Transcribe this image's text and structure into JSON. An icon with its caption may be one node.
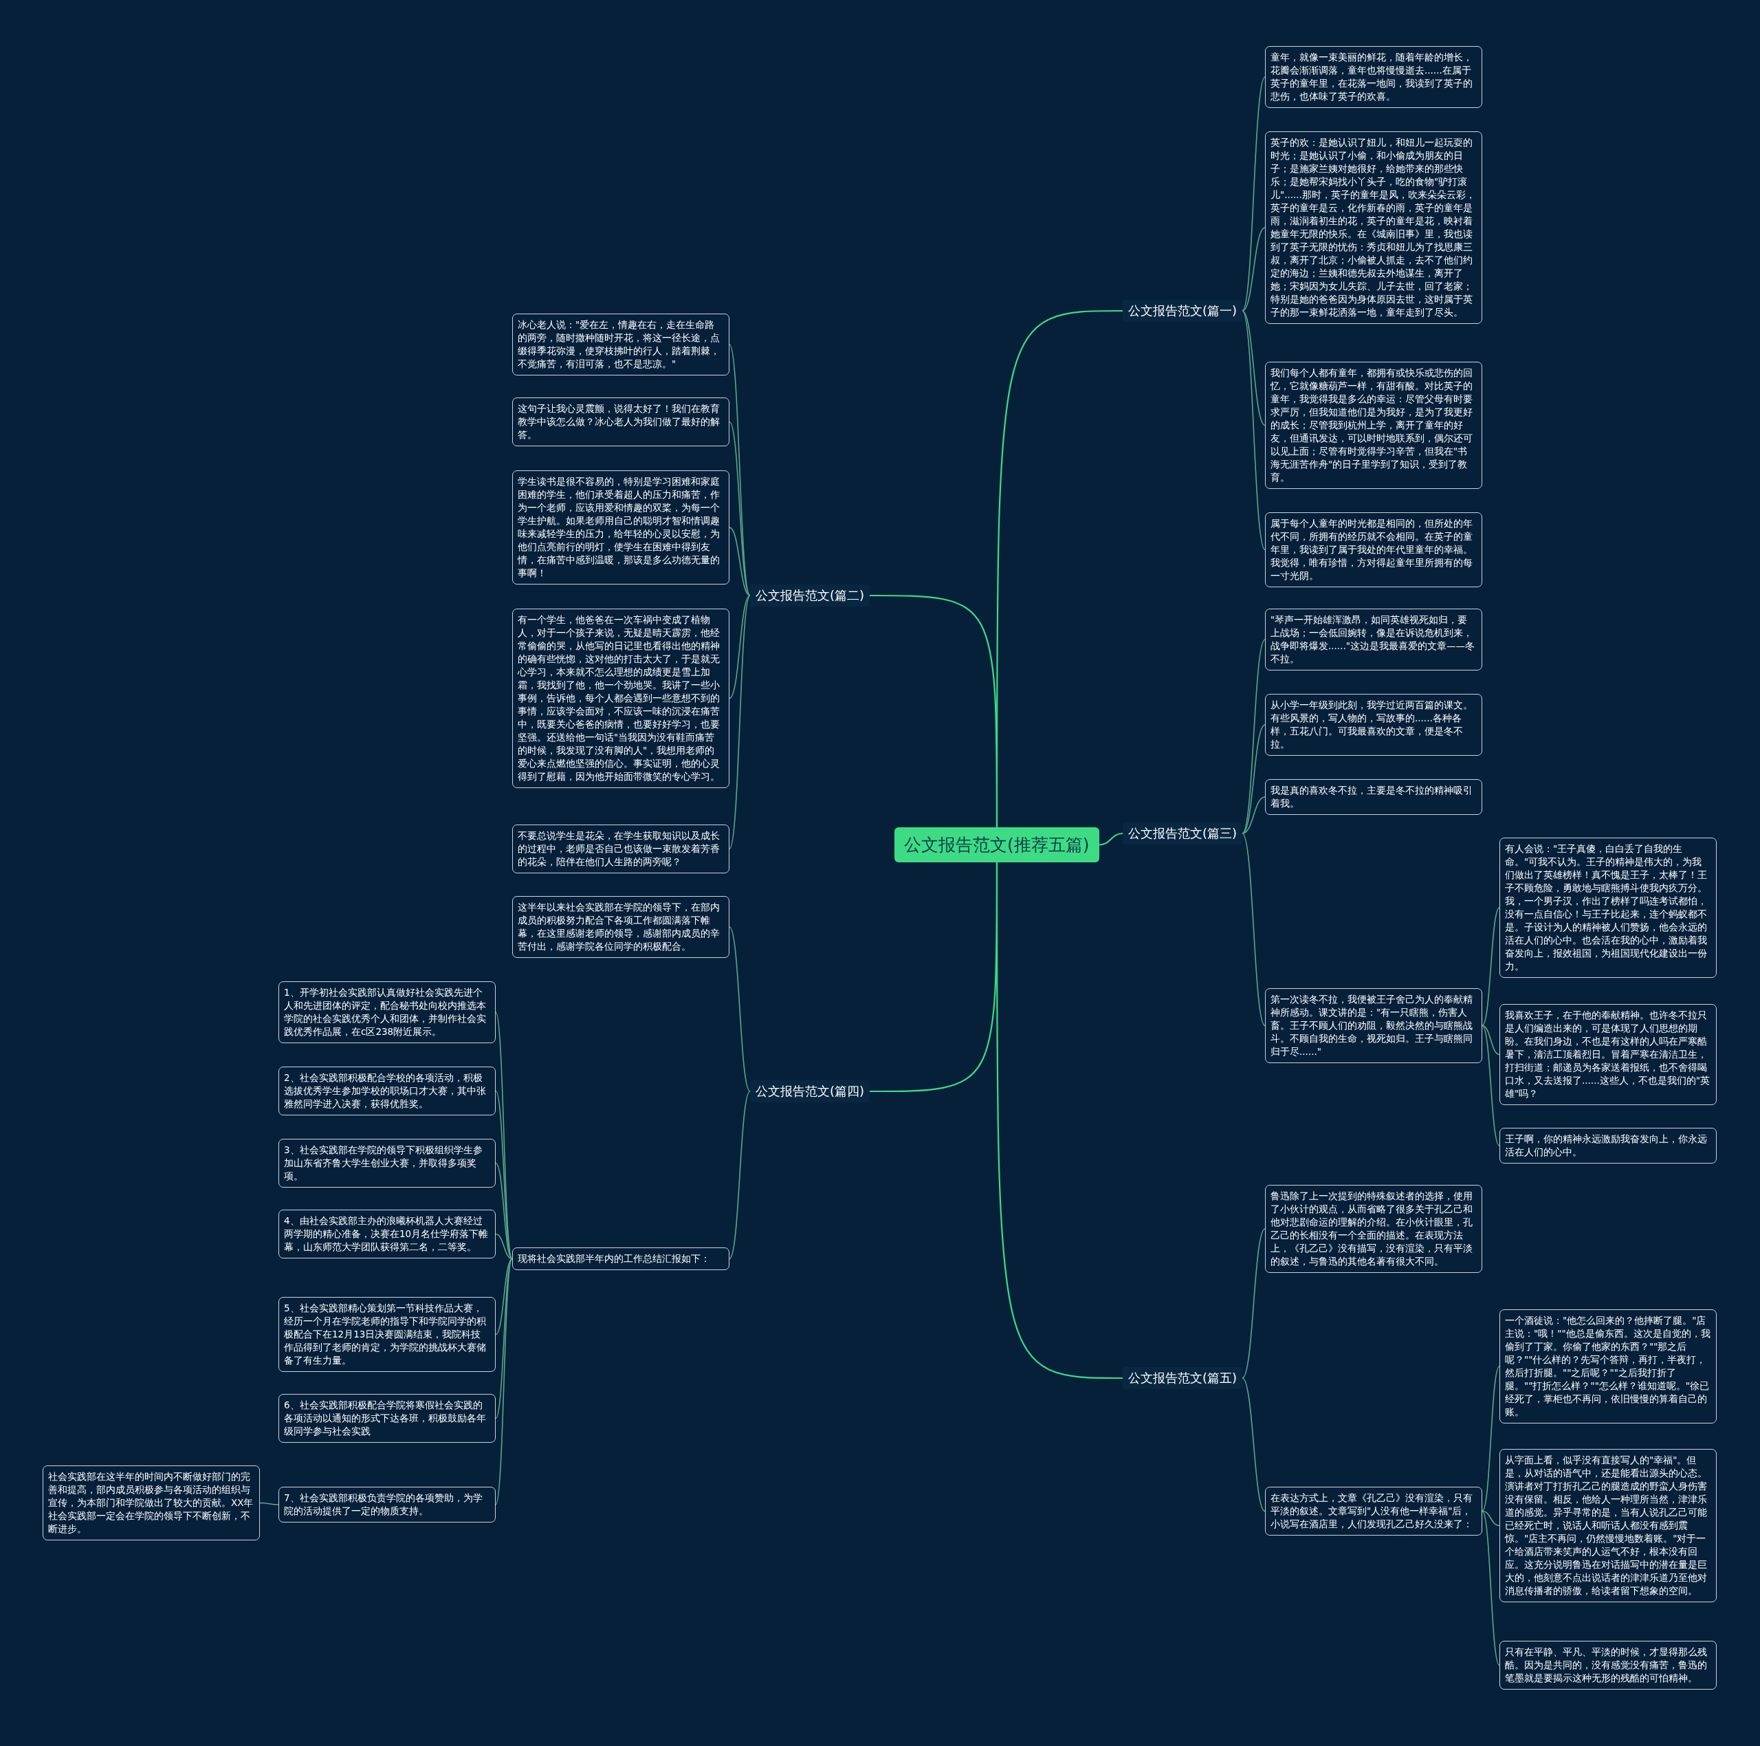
{
  "diagram": {
    "nodes": [
      {
        "text": [
          "公文报告范文(推荐五篇)"
        ]
      },
      {
        "text": [
          "公文报告范文(篇一)"
        ]
      },
      {
        "text": [
          "童年，就像一束美丽的鲜花，随着年龄的增长，花瓣会渐渐调落，童年也将慢慢逝去......在属于英子的童年里，在花落一地间，我读到了英子的悲伤，也体味了英子的欢喜。"
        ]
      },
      {
        "text": [
          "英子的欢：是她认识了妞儿，和妞儿一起玩耍的时光；是她认识了小偷，和小偷成为朋友的日子；是施家兰姨对她很好，给她带来的那些快乐；是她帮宋妈找小丫头子，吃的食物\"驴打滚儿\"......那时，英子的童年是风，吹来朵朵云彩，英子的童年是云，化作新春的雨，英子的童年是雨，滋润着初生的花，英子的童年是花，映衬着她童年无限的快乐。在《城南旧事》里，我也读到了英子无限的忧伤：秀贞和妞儿为了找思康三叔，离开了北京；小偷被人抓走，去不了他们约定的海边；兰姨和德先叔去外地谋生，离开了她；宋妈因为女儿失踪、儿子去世，回了老家；特别是她的爸爸因为身体原因去世，这时属于英子的那一束鲜花洒落一地，童年走到了尽头。"
        ]
      },
      {
        "text": [
          "我们每个人都有童年，都拥有或快乐或悲伤的回忆，它就像糖葫芦一样，有甜有酸。对比英子的童年，我觉得我是多么的幸运：尽管父母有时要求严厉，但我知道他们是为我好，是为了我更好的成长；尽管我到杭州上学，离开了童年的好友，但通讯发达，可以时时地联系到，偶尔还可以见上面；尽管有时觉得学习辛苦，但我在\"书海无涯苦作舟\"的日子里学到了知识，受到了教育。"
        ]
      },
      {
        "text": [
          "属于每个人童年的时光都是相同的，但所处的年代不同，所拥有的经历就不会相同。在英子的童年里，我读到了属于我处的年代里童年的幸福。我觉得，唯有珍惜，方对得起童年里所拥有的每一寸光阴。"
        ]
      },
      {
        "text": [
          "公文报告范文(篇二)"
        ]
      },
      {
        "text": [
          "冰心老人说：\"爱在左，情趣在右，走在生命路的两旁，随时撒种随时开花，将这一径长途，点缀得季花弥漫，使穿枝拂叶的行人，踏着荆棘，不觉痛苦，有泪可落，也不是悲凉。\""
        ]
      },
      {
        "text": [
          "这句子让我心灵震颤，说得太好了！我们在教育教学中该怎么做？冰心老人为我们做了最好的解答。"
        ]
      },
      {
        "text": [
          "学生读书是很不容易的，特别是学习困难和家庭困难的学生，他们承受着超人的压力和痛苦，作为一个老师，应该用爱和情趣的双桨，为每一个学生护航。如果老师用自己的聪明才智和情调趣味来减轻学生的压力，给年轻的心灵以安慰，为他们点亮前行的明灯，使学生在困难中得到友情，在痛苦中感到温暖，那该是多么功德无量的事啊！"
        ]
      },
      {
        "text": [
          "有一个学生，他爸爸在一次车祸中变成了植物人，对于一个孩子来说，无疑是晴天霹雳，他经常偷偷的哭，从他写的日记里也看得出他的精神的确有些恍惚，这对他的打击太大了，于是就无心学习，本来就不怎么理想的成绩更是雪上加霜，我找到了他，他一个劲地哭。我讲了一些小事例，告诉他，每个人都会遇到一些意想不到的事情，应该学会面对，不应该一味的沉浸在痛苦中，既要关心爸爸的病情，也要好好学习，也要坚强。还送给他一句话\"当我因为没有鞋而痛苦的时候，我发现了没有脚的人\"，我想用老师的爱心来点燃他坚强的信心。事实证明，他的心灵得到了慰藉，因为他开始面带微笑的专心学习。"
        ]
      },
      {
        "text": [
          "不要总说学生是花朵，在学生获取知识以及成长的过程中，老师是否自己也该做一束散发着芳香的花朵，陪伴在他们人生路的两旁呢？"
        ]
      },
      {
        "text": [
          "公文报告范文(篇三)"
        ]
      },
      {
        "text": [
          "\"琴声一开始雄浑激昂，如同英雄视死如归，要上战场；一会低回婉转，像是在诉说危机到来，战争即将爆发......\"这边是我最喜爱的文章——冬不拉。"
        ]
      },
      {
        "text": [
          "从小学一年级到此刻，我学过近两百篇的课文。有些风景的，写人物的，写故事的......各种各样，五花八门。可我最喜欢的文章，便是冬不拉。"
        ]
      },
      {
        "text": [
          "我是真的喜欢冬不拉，主要是冬不拉的精神吸引着我。"
        ]
      },
      {
        "text": [
          "第一次读冬不拉，我便被王子舍己为人的奉献精神所感动。课文讲的是：\"有一只瞎熊，伤害人畜。王子不顾人们的劝阻，毅然决然的与瞎熊战斗。不顾自我的生命，视死如归。王子与瞎熊同归于尽......\""
        ]
      },
      {
        "text": [
          "有人会说：\"王子真傻，白白丢了自我的生命。\"可我不认为。王子的精神是伟大的，为我们做出了英雄榜样！真不愧是王子，太棒了！王子不顾危险，勇敢地与瞎熊搏斗使我内疚万分。我，一个男子汉，作出了榜样了吗连考试都怕，没有一点自信心！与王子比起来，连个蚂蚁都不是。子设计为人的精神被人们赞扬，他会永远的活在人们的心中。也会活在我的心中，激励着我奋发向上，报效祖国，为祖国现代化建设出一份力。"
        ]
      },
      {
        "text": [
          "我喜欢王子，在于他的奉献精神。也许冬不拉只是人们编造出来的，可是体现了人们思想的期盼。在我们身边，不也是有这样的人吗在严寒酷暑下，清洁工顶着烈日。冒着严寒在清洁卫生，打扫街道；邮递员为各家送着报纸，也不舍得喝口水，又去送报了......这些人，不也是我们的\"英雄\"吗？"
        ]
      },
      {
        "text": [
          "王子啊，你的精神永远激励我奋发向上，你永远活在人们的心中。"
        ]
      },
      {
        "text": [
          "公文报告范文(篇四)"
        ]
      },
      {
        "text": [
          "这半年以来社会实践部在学院的领导下，在部内成员的积极努力配合下各项工作都圆满落下帷幕，在这里感谢老师的领导，感谢部内成员的辛苦付出，感谢学院各位同学的积极配合。"
        ]
      },
      {
        "text": [
          "现将社会实践部半年内的工作总结汇报如下："
        ]
      },
      {
        "text": [
          "1、开学初社会实践部认真做好社会实践先进个人和先进团体的评定，配合秘书处向校内推选本学院的社会实践优秀个人和团体，并制作社会实践优秀作品展，在c区238附近展示。"
        ]
      },
      {
        "text": [
          "2、社会实践部积极配合学校的各项活动，积极选拔优秀学生参加学校的职场口才大赛，其中张雅然同学进入决赛，获得优胜奖。"
        ]
      },
      {
        "text": [
          "3、社会实践部在学院的领导下积极组织学生参加山东省齐鲁大学生创业大赛，并取得多项奖项。"
        ]
      },
      {
        "text": [
          "4、由社会实践部主办的浪曦杯机器人大赛经过两学期的精心准备，决赛在10月名仕学府落下帷幕，山东师范大学团队获得第二名，二等奖。"
        ]
      },
      {
        "text": [
          "5、社会实践部精心策划第一节科技作品大赛，经历一个月在学院老师的指导下和学院同学的积极配合下在12月13日决赛圆满结束，我院科技作品得到了老师的肯定，为学院的挑战杯大赛储备了有生力量。"
        ]
      },
      {
        "text": [
          "6、社会实践部积极配合学院将寒假社会实践的各项活动以通知的形式下达各班，积极鼓励各年级同学参与社会实践"
        ]
      },
      {
        "text": [
          "7、社会实践部积极负责学院的各项赞助，为学院的活动提供了一定的物质支持。"
        ]
      },
      {
        "text": [
          "社会实践部在这半年的时间内不断做好部门的完善和提高，部内成员积极参与各项活动的组织与宣传，为本部门和学院做出了较大的贡献。XX年社会实践部一定会在学院的领导下不断创新，不断进步。"
        ]
      },
      {
        "text": [
          "公文报告范文(篇五)"
        ]
      },
      {
        "text": [
          "鲁迅除了上一次提到的特殊叙述者的选择，使用了小伙计的观点，从而省略了很多关于孔乙己和他对悲剧命运的理解的介绍。在小伙计眼里，孔乙己的长相没有一个全面的描述。在表现方法上，《孔乙己》没有描写，没有渲染，只有平淡的叙述，与鲁迅的其他名著有很大不同。"
        ]
      },
      {
        "text": [
          "在表达方式上，文章《孔乙己》没有渲染，只有平淡的叙述。文章写到\"人没有他一样幸福\"后，小说写在酒店里，人们发现孔乙己好久没来了："
        ]
      },
      {
        "text": [
          "一个酒徒说：\"他怎么回来的？他摔断了腿。\"店主说：\"哦！\"\"他总是偷东西。这次是自觉的，我偷到了丁家。你偷了他家的东西？\"\"那之后呢？\"\"什么样的？先写个答辩，再打，半夜打，然后打折腿。\"\"之后呢？\"\"之后我打折了腿。\"\"打折怎么样？\"\"怎么样？谁知道呢。\"徐已经死了，掌柜也不再问，依旧慢慢的算着自己的账。"
        ]
      },
      {
        "text": [
          "从字面上看，似乎没有直接写人的\"幸福\"。但是，从对话的语气中，还是能看出源头的心态。演讲者对丁打折孔乙己的腿造成的野蛮人身伤害没有保留。相反，他给人一种理所当然，津津乐道的感觉。异乎寻常的是，当有人说孔乙己可能已经死亡时，说话人和听话人都没有感到震惊。\"店主不再问，仍然慢慢地数着账。\"对于一个给酒店带来笑声的人运气不好，根本没有回应。这充分说明鲁迅在对话描写中的潜在量是巨大的，他刻意不点出说话者的津津乐道乃至他对消息传播者的骄傲，给读者留下想象的空间。"
        ]
      },
      {
        "text": [
          "只有在平静、平凡、平淡的时候，才显得那么残酷。因为是共同的，没有感觉没有痛苦，鲁迅的笔墨就是要揭示这种无形的残酷的可怕精神。"
        ]
      }
    ],
    "edges": [
      {
        "from": 0,
        "to": 1,
        "arrow": "none",
        "color": "#3ddc84"
      },
      {
        "from": 0,
        "to": 6,
        "arrow": "none",
        "color": "#3ddc84"
      },
      {
        "from": 0,
        "to": 12,
        "arrow": "none",
        "color": "#3ddc84"
      },
      {
        "from": 0,
        "to": 20,
        "arrow": "none",
        "color": "#3ddc84"
      },
      {
        "from": 0,
        "to": 31,
        "arrow": "none",
        "color": "#3ddc84"
      },
      {
        "from": 1,
        "to": 2,
        "arrow": "none"
      },
      {
        "from": 1,
        "to": 3,
        "arrow": "none"
      },
      {
        "from": 1,
        "to": 4,
        "arrow": "none"
      },
      {
        "from": 1,
        "to": 5,
        "arrow": "none"
      },
      {
        "from": 6,
        "to": 7,
        "arrow": "none"
      },
      {
        "from": 6,
        "to": 8,
        "arrow": "none"
      },
      {
        "from": 6,
        "to": 9,
        "arrow": "none"
      },
      {
        "from": 6,
        "to": 10,
        "arrow": "none"
      },
      {
        "from": 6,
        "to": 11,
        "arrow": "none"
      },
      {
        "from": 12,
        "to": 13,
        "arrow": "none"
      },
      {
        "from": 12,
        "to": 14,
        "arrow": "none"
      },
      {
        "from": 12,
        "to": 15,
        "arrow": "none"
      },
      {
        "from": 12,
        "to": 16,
        "arrow": "none"
      },
      {
        "from": 16,
        "to": 17,
        "arrow": "none"
      },
      {
        "from": 16,
        "to": 18,
        "arrow": "none"
      },
      {
        "from": 16,
        "to": 19,
        "arrow": "none"
      },
      {
        "from": 20,
        "to": 21,
        "arrow": "none"
      },
      {
        "from": 20,
        "to": 22,
        "arrow": "none"
      },
      {
        "from": 22,
        "to": 23,
        "arrow": "none"
      },
      {
        "from": 22,
        "to": 24,
        "arrow": "none"
      },
      {
        "from": 22,
        "to": 25,
        "arrow": "none"
      },
      {
        "from": 22,
        "to": 26,
        "arrow": "none"
      },
      {
        "from": 22,
        "to": 27,
        "arrow": "none"
      },
      {
        "from": 22,
        "to": 28,
        "arrow": "none"
      },
      {
        "from": 22,
        "to": 29,
        "arrow": "none"
      },
      {
        "from": 29,
        "to": 30,
        "arrow": "none"
      },
      {
        "from": 31,
        "to": 32,
        "arrow": "none"
      },
      {
        "from": 31,
        "to": 33,
        "arrow": "none"
      },
      {
        "from": 33,
        "to": 34,
        "arrow": "none"
      },
      {
        "from": 33,
        "to": 35,
        "arrow": "none"
      },
      {
        "from": 33,
        "to": 36,
        "arrow": "none"
      }
    ]
  }
}
